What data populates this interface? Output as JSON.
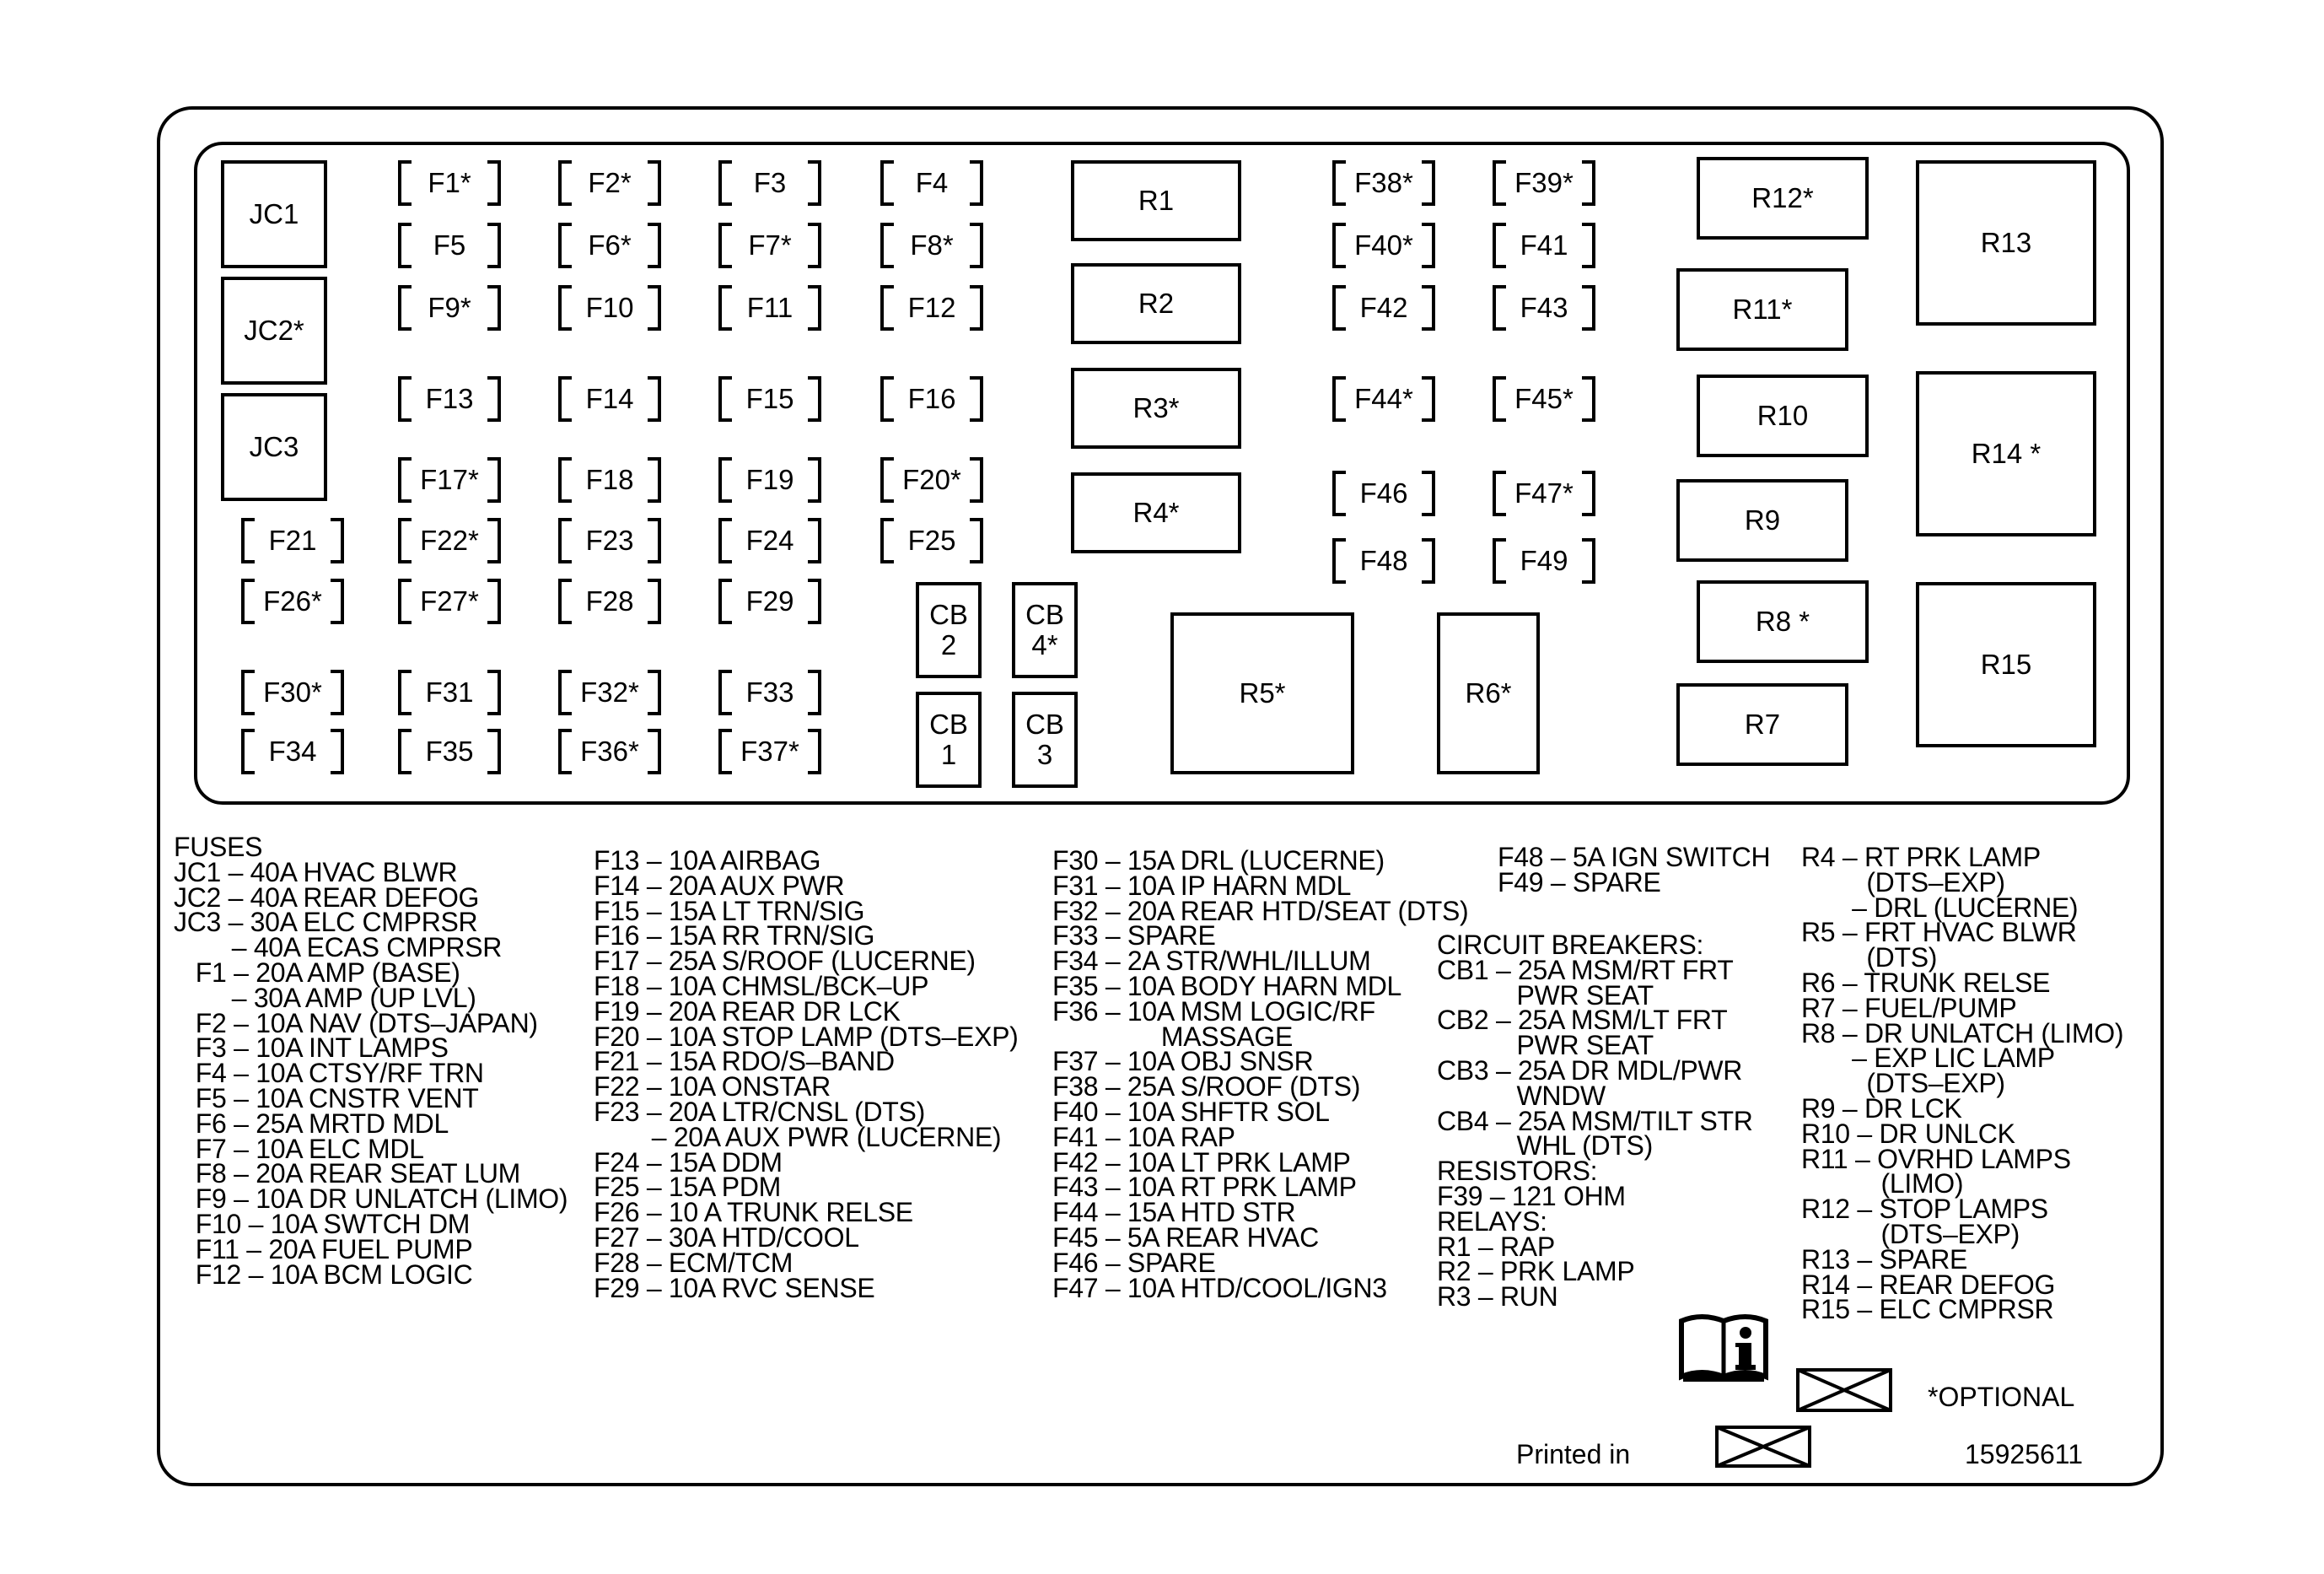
{
  "junction": [
    {
      "id": "jc1",
      "label": "JC1"
    },
    {
      "id": "jc2",
      "label": "JC2*"
    },
    {
      "id": "jc3",
      "label": "JC3"
    }
  ],
  "fuses": {
    "f1": "F1*",
    "f2": "F2*",
    "f3": "F3",
    "f4": "F4",
    "f5": "F5",
    "f6": "F6*",
    "f7": "F7*",
    "f8": "F8*",
    "f9": "F9*",
    "f10": "F10",
    "f11": "F11",
    "f12": "F12",
    "f13": "F13",
    "f14": "F14",
    "f15": "F15",
    "f16": "F16",
    "f17": "F17*",
    "f18": "F18",
    "f19": "F19",
    "f20": "F20*",
    "f21": "F21",
    "f22": "F22*",
    "f23": "F23",
    "f24": "F24",
    "f25": "F25",
    "f26": "F26*",
    "f27": "F27*",
    "f28": "F28",
    "f29": "F29",
    "f30": "F30*",
    "f31": "F31",
    "f32": "F32*",
    "f33": "F33",
    "f34": "F34",
    "f35": "F35",
    "f36": "F36*",
    "f37": "F37*",
    "f38": "F38*",
    "f39": "F39*",
    "f40": "F40*",
    "f41": "F41",
    "f42": "F42",
    "f43": "F43",
    "f44": "F44*",
    "f45": "F45*",
    "f46": "F46",
    "f47": "F47*",
    "f48": "F48",
    "f49": "F49"
  },
  "breakers": {
    "cb1": "CB\n1",
    "cb2": "CB\n2",
    "cb3": "CB\n3",
    "cb4": "CB\n4*"
  },
  "relays": {
    "r1": "R1",
    "r2": "R2",
    "r3": "R3*",
    "r4": "R4*",
    "r5": "R5*",
    "r6": "R6*",
    "r7": "R7",
    "r8": "R8 *",
    "r9": "R9",
    "r10": "R10",
    "r11": "R11*",
    "r12": "R12*",
    "r13": "R13",
    "r14": "R14 *",
    "r15": "R15"
  },
  "legend": {
    "col1": "FUSES\nJC1 – 40A HVAC BLWR\nJC2 – 40A REAR DEFOG\nJC3 – 30A ELC CMPRSR\n        – 40A ECAS CMPRSR\n   F1 – 20A AMP (BASE)\n        – 30A AMP (UP LVL)\n   F2 – 10A NAV (DTS–JAPAN)\n   F3 – 10A INT LAMPS\n   F4 – 10A CTSY/RF TRN\n   F5 – 10A CNSTR VENT\n   F6 – 25A MRTD MDL\n   F7 – 10A ELC MDL\n   F8 – 20A REAR SEAT LUM\n   F9 – 10A DR UNLATCH (LIMO)\n   F10 – 10A SWTCH DM\n   F11 – 20A FUEL PUMP\n   F12 – 10A BCM LOGIC",
    "col2": "F13 – 10A AIRBAG\nF14 – 20A AUX PWR\nF15 – 15A LT TRN/SIG\nF16 – 15A RR TRN/SIG\nF17 – 25A S/ROOF (LUCERNE)\nF18 – 10A CHMSL/BCK–UP\nF19 – 20A REAR DR LCK\nF20 – 10A STOP LAMP (DTS–EXP)\nF21 – 15A RDO/S–BAND\nF22 – 10A ONSTAR\nF23 – 20A LTR/CNSL (DTS)\n        – 20A AUX PWR (LUCERNE)\nF24 – 15A DDM\nF25 – 15A PDM\nF26 – 10 A TRUNK RELSE\nF27 – 30A HTD/COOL\nF28 – ECM/TCM\nF29 – 10A RVC SENSE",
    "col3": "F30 – 15A DRL (LUCERNE)\nF31 – 10A IP HARN MDL\nF32 – 20A REAR HTD/SEAT (DTS)\nF33 – SPARE\nF34 – 2A STR/WHL/ILLUM\nF35 – 10A BODY HARN MDL\nF36 – 10A MSM LOGIC/RF\n               MASSAGE\nF37 – 10A OBJ SNSR\nF38 – 25A S/ROOF (DTS)\nF40 – 10A SHFTR SOL\nF41 – 10A RAP\nF42 – 10A LT PRK LAMP\nF43 – 10A RT PRK LAMP\nF44 – 15A HTD STR\nF45 – 5A REAR HVAC\nF46 – SPARE\nF47 – 10A HTD/COOL/IGN3",
    "col4a": "F48 – 5A IGN SWITCH\nF49 – SPARE",
    "col4b": "CIRCUIT BREAKERS:\nCB1 – 25A MSM/RT FRT\n           PWR SEAT\nCB2 – 25A MSM/LT FRT\n           PWR SEAT\nCB3 – 25A DR MDL/PWR\n           WNDW\nCB4 – 25A MSM/TILT STR\n           WHL (DTS)\nRESISTORS:\nF39 – 121 OHM\nRELAYS:\nR1 – RAP\nR2 – PRK LAMP\nR3 – RUN",
    "col5": "R4 – RT PRK LAMP\n         (DTS–EXP)\n       – DRL (LUCERNE)\nR5 – FRT HVAC BLWR\n         (DTS)\nR6 – TRUNK RELSE\nR7 – FUEL/PUMP\nR8 – DR UNLATCH (LIMO)\n       – EXP LIC LAMP\n         (DTS–EXP)\nR9 – DR LCK\nR10 – DR UNLCK\nR11 – OVRHD LAMPS\n           (LIMO)\nR12 – STOP LAMPS\n           (DTS–EXP)\nR13 – SPARE\nR14 – REAR DEFOG\nR15 – ELC CMPRSR"
  },
  "footer": {
    "optional": "*OPTIONAL",
    "printed_in": "Printed in",
    "part_number": "15925611"
  },
  "icons": [
    "info-book-icon",
    "crossed-box-icon"
  ]
}
